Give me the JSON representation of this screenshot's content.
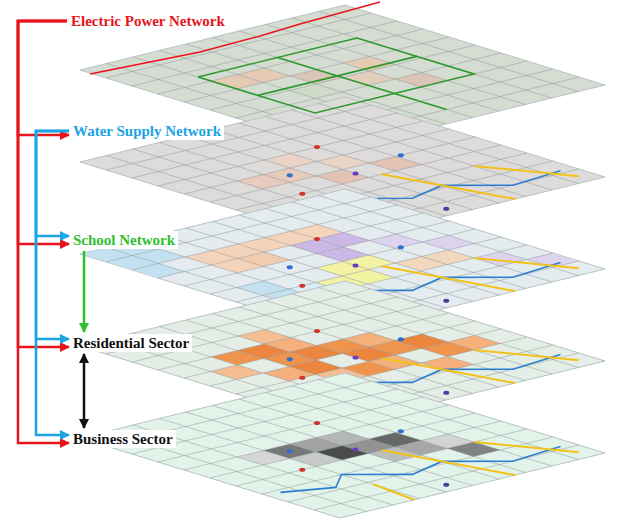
{
  "diagram": {
    "nodes": [
      {
        "text": [
          "Electric Power Network"
        ]
      },
      {
        "text": [
          "Water Supply Network"
        ]
      },
      {
        "text": [
          "School Network"
        ]
      },
      {
        "text": [
          "Residential Sector"
        ]
      },
      {
        "text": [
          "Business Sector"
        ]
      }
    ],
    "edges": [
      {
        "from": 0,
        "to": 1,
        "arrow": "to"
      },
      {
        "from": 0,
        "to": 2,
        "arrow": "to"
      },
      {
        "from": 0,
        "to": 3,
        "arrow": "to"
      },
      {
        "from": 0,
        "to": 4,
        "arrow": "to"
      },
      {
        "from": 1,
        "to": 2,
        "arrow": "to"
      },
      {
        "from": 1,
        "to": 3,
        "arrow": "to"
      },
      {
        "from": 1,
        "to": 4,
        "arrow": "to"
      },
      {
        "from": 2,
        "to": 3,
        "arrow": "to"
      },
      {
        "from": 3,
        "to": 4,
        "arrow": "both"
      }
    ]
  }
}
